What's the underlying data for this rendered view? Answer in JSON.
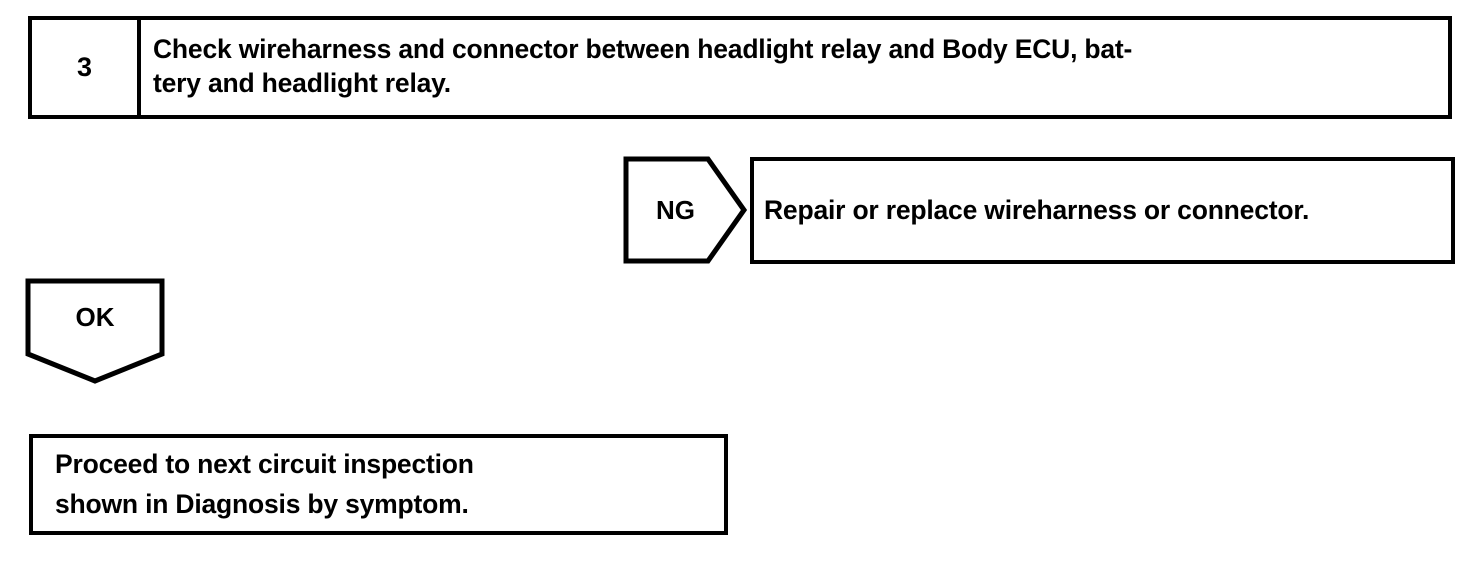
{
  "document": {
    "type": "troubleshooting-flowchart",
    "background_color": "#ffffff",
    "line_color": "#000000",
    "text_color": "#000000"
  },
  "step": {
    "number": "3",
    "instruction": "Check wireharness and connector between headlight relay and Body ECU, bat-\ntery and headlight relay.",
    "instruction_line1": "Check wireharness and connector between headlight relay and Body ECU, bat-",
    "instruction_line2": "tery and headlight relay."
  },
  "branches": {
    "ng": {
      "label": "NG",
      "direction": "right",
      "result": "Repair or replace wireharness or connector."
    },
    "ok": {
      "label": "OK",
      "direction": "down",
      "result": "Proceed to next circuit inspection\nshown  in Diagnosis by symptom.",
      "result_line1": "Proceed to next circuit inspection",
      "result_line2": "shown  in Diagnosis by symptom."
    }
  }
}
